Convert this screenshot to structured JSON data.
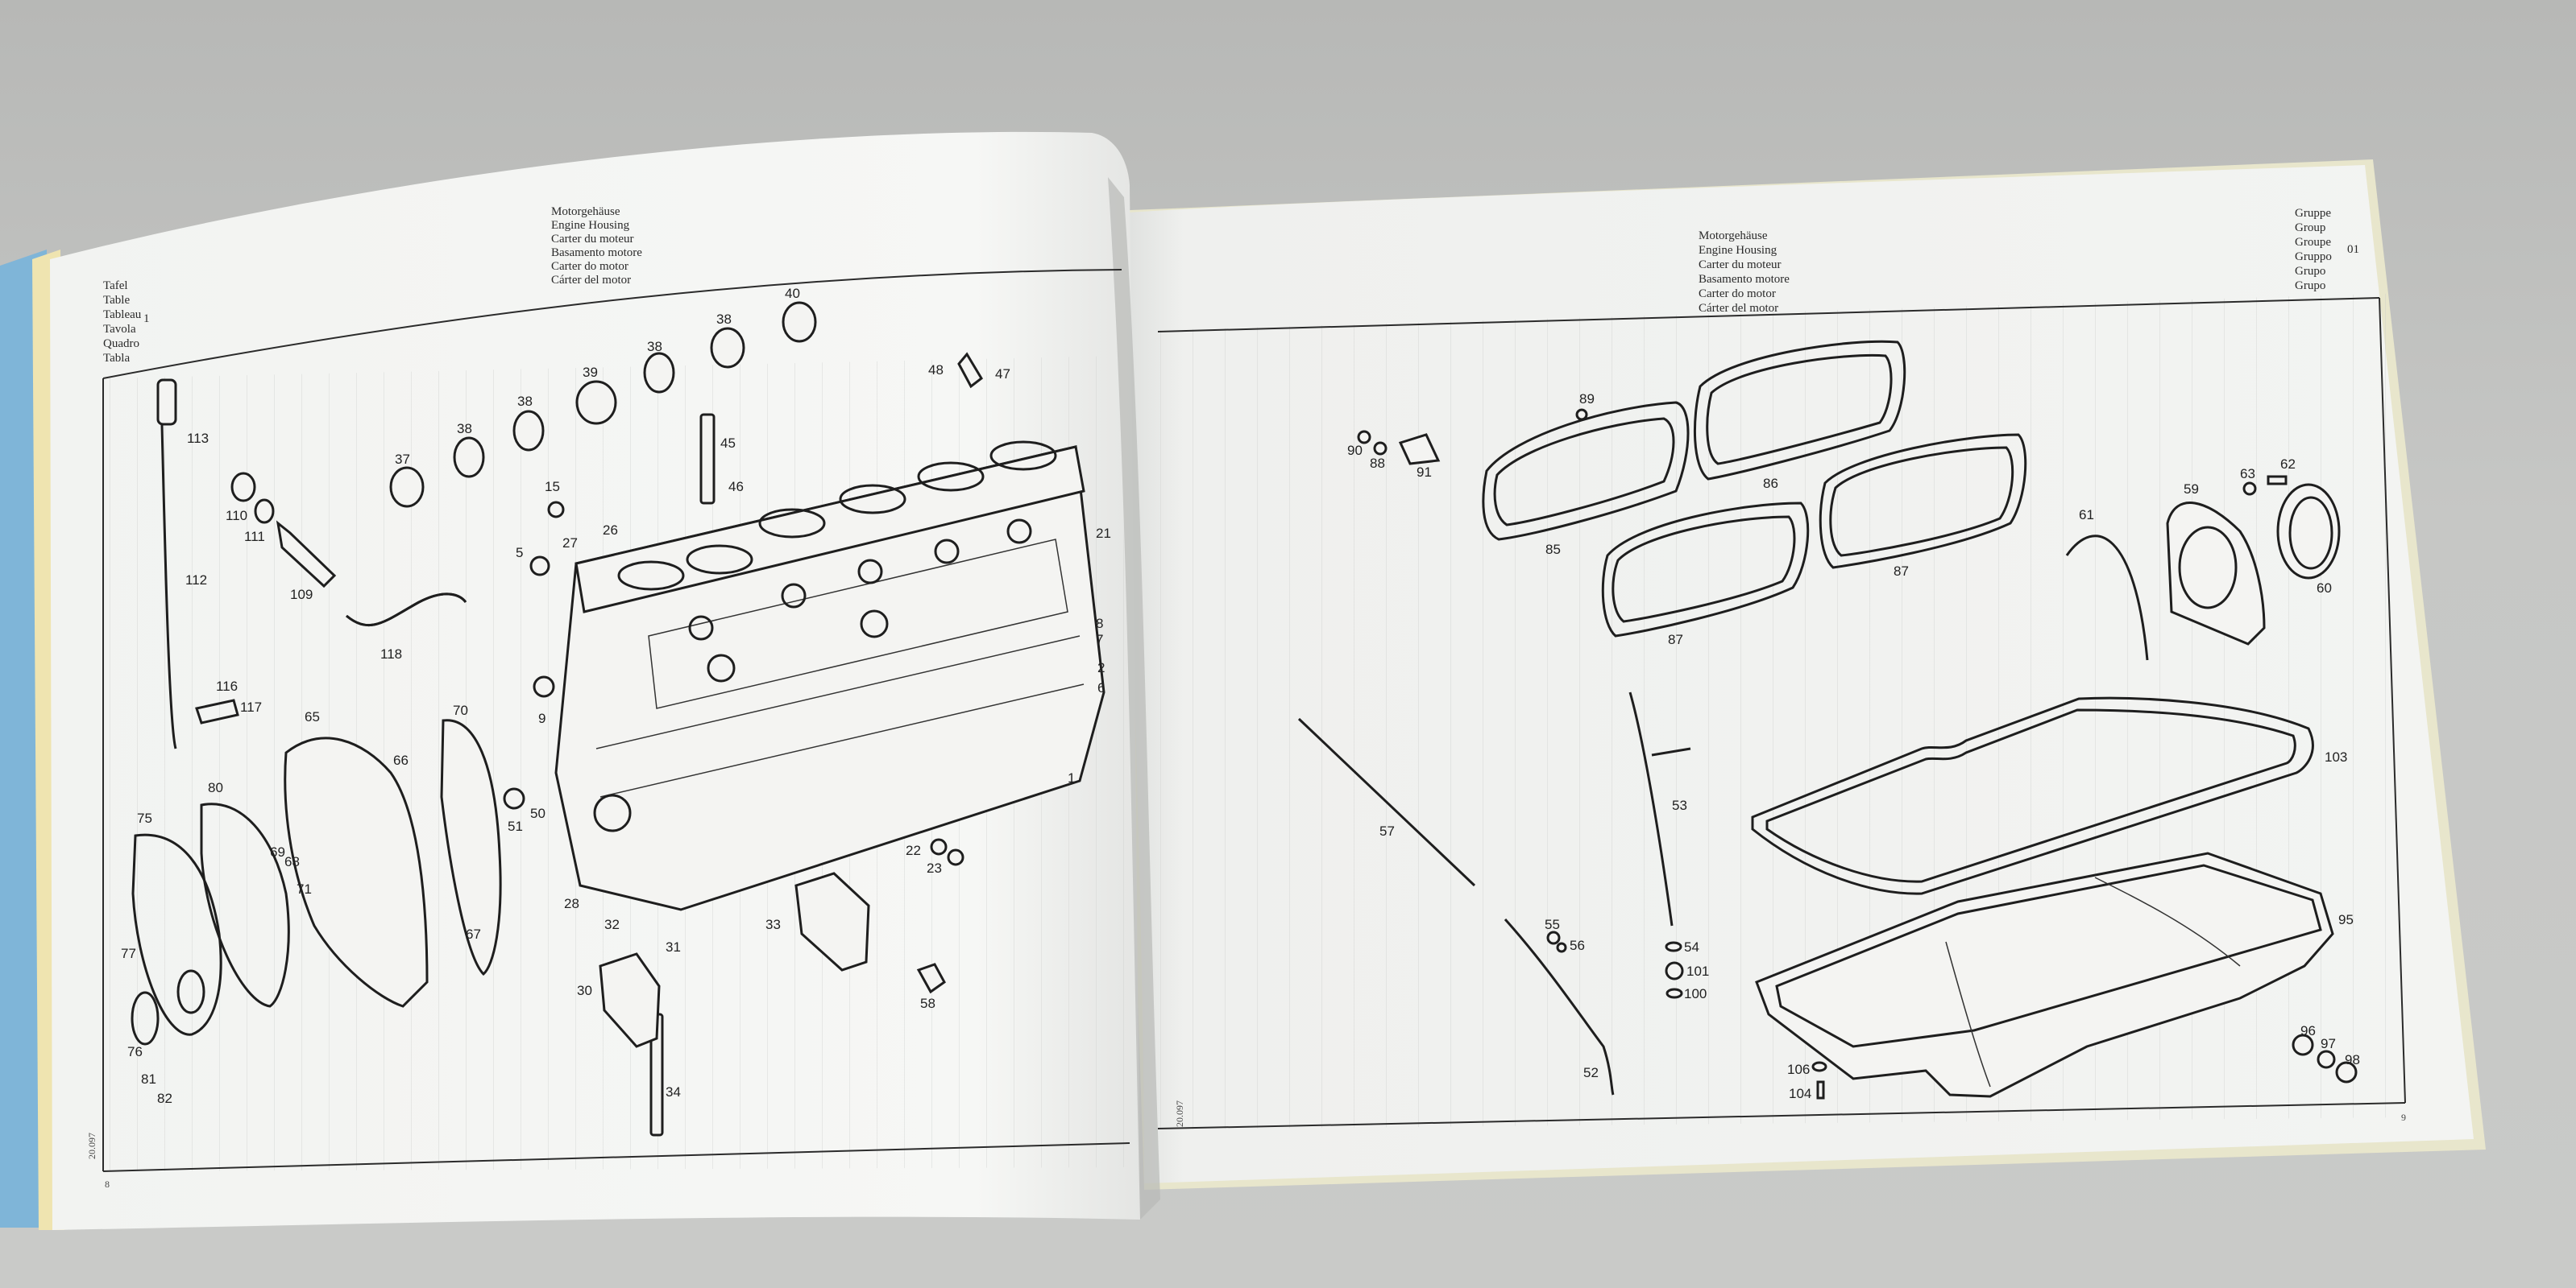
{
  "left_page": {
    "header": [
      "Motorgehäuse",
      "Engine Housing",
      "Carter du moteur",
      "Basamento motore",
      "Carter do motor",
      "Cárter del motor"
    ],
    "table_labels": [
      "Tafel",
      "Table",
      "Tableau",
      "Tavola",
      "Quadro",
      "Tabla"
    ],
    "table_number": "1",
    "part_labels": [
      "40",
      "38",
      "38",
      "39",
      "38",
      "38",
      "37",
      "48",
      "47",
      "113",
      "45",
      "46",
      "110",
      "111",
      "15",
      "27",
      "26",
      "5",
      "109",
      "112",
      "118",
      "116",
      "117",
      "9",
      "65",
      "66",
      "70",
      "75",
      "80",
      "69",
      "68",
      "71",
      "51",
      "50",
      "28",
      "32",
      "31",
      "22",
      "23",
      "30",
      "33",
      "58",
      "34",
      "77",
      "76",
      "81",
      "82",
      "67",
      "1",
      "8",
      "7",
      "21",
      "2",
      "6"
    ],
    "code": "20.097",
    "page_number": "8"
  },
  "right_page": {
    "header": [
      "Motorgehäuse",
      "Engine Housing",
      "Carter du moteur",
      "Basamento motore",
      "Carter do motor",
      "Cárter del motor"
    ],
    "group_labels": [
      "Gruppe",
      "Group",
      "Groupe",
      "Gruppo",
      "Grupo",
      "Grupo"
    ],
    "group_number": "01",
    "part_labels": [
      "89",
      "90",
      "88",
      "91",
      "86",
      "85",
      "87",
      "87",
      "61",
      "59",
      "63",
      "62",
      "60",
      "103",
      "57",
      "53",
      "55",
      "56",
      "54",
      "101",
      "100",
      "52",
      "95",
      "96",
      "97",
      "98",
      "106",
      "104"
    ],
    "code": "20.097",
    "page_number": "9"
  }
}
